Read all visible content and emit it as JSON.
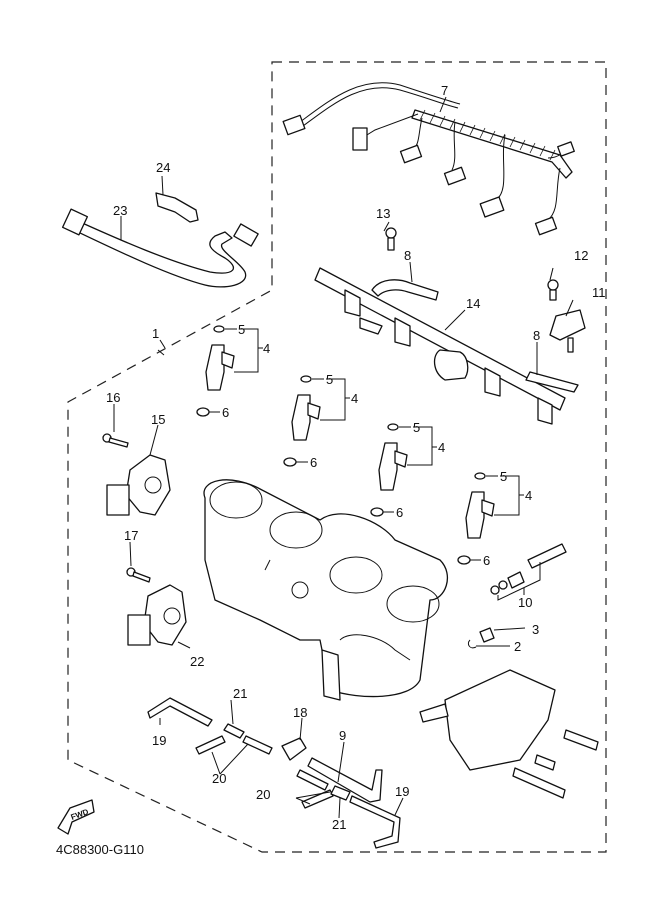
{
  "diagram": {
    "code": "4C88300-G110",
    "fwd_label": "FWD",
    "callouts": {
      "c1": "1",
      "c2": "2",
      "c3": "3",
      "c4a": "4",
      "c4b": "4",
      "c4c": "4",
      "c4d": "4",
      "c5a": "5",
      "c5b": "5",
      "c5c": "5",
      "c5d": "5",
      "c6a": "6",
      "c6b": "6",
      "c6c": "6",
      "c6d": "6",
      "c7": "7",
      "c8a": "8",
      "c8b": "8",
      "c9": "9",
      "c10": "10",
      "c11": "11",
      "c12": "12",
      "c13": "13",
      "c14": "14",
      "c15": "15",
      "c16": "16",
      "c17": "17",
      "c18": "18",
      "c19a": "19",
      "c19b": "19",
      "c20a": "20",
      "c20b": "20",
      "c21a": "21",
      "c21b": "21",
      "c22": "22",
      "c23": "23",
      "c24": "24"
    }
  }
}
